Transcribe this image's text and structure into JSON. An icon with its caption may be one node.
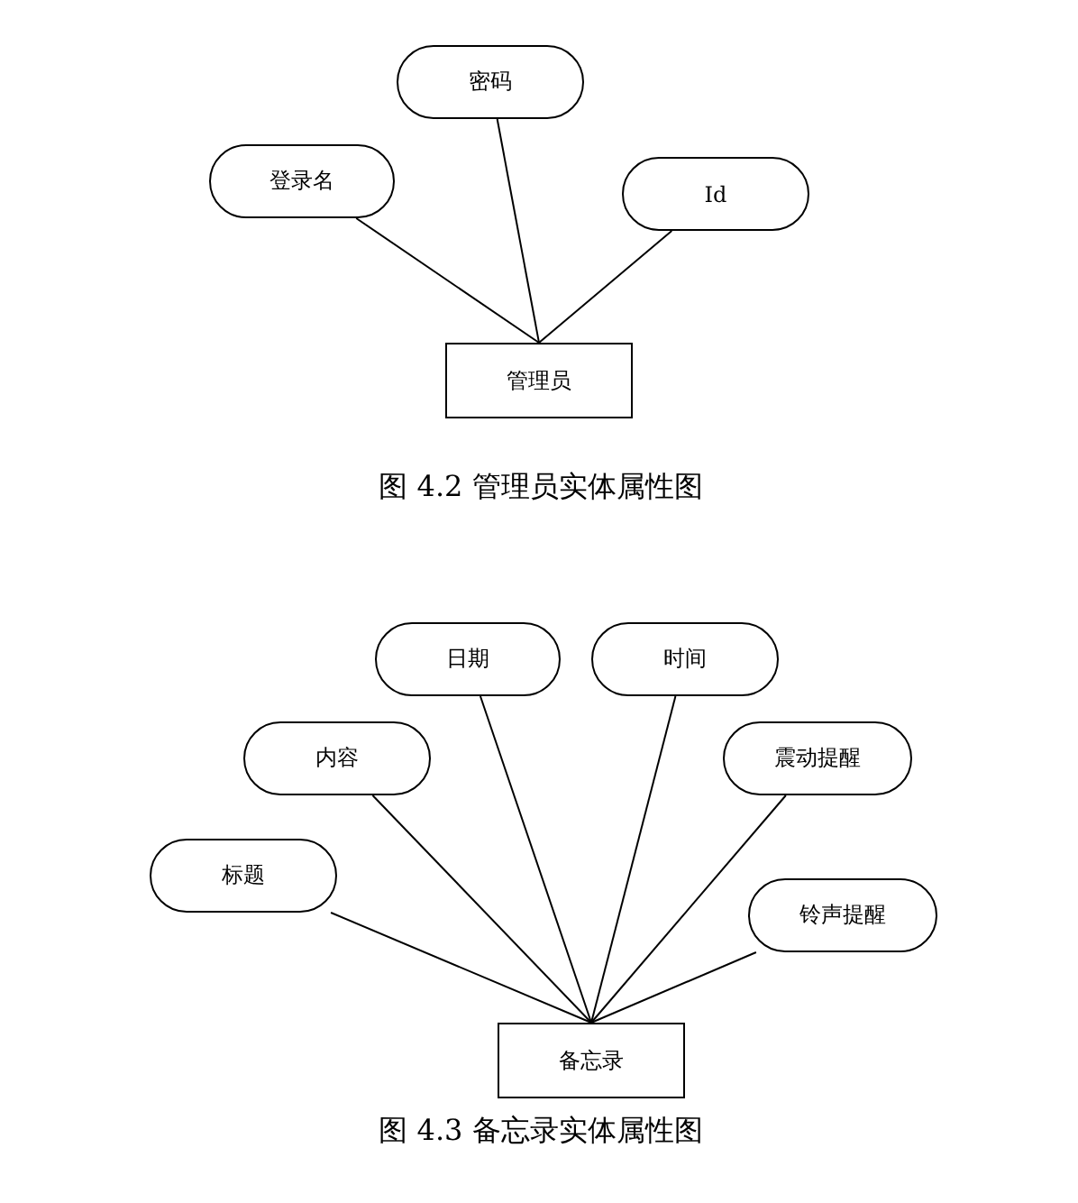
{
  "diagram": {
    "nodes": [
      {
        "text": [
          "密码"
        ]
      },
      {
        "text": [
          "登录名"
        ]
      },
      {
        "text": [
          "Id"
        ]
      },
      {
        "text": [
          "管理员"
        ]
      },
      {
        "text": [
          "日期"
        ]
      },
      {
        "text": [
          "时间"
        ]
      },
      {
        "text": [
          "内容"
        ]
      },
      {
        "text": [
          "震动提醒"
        ]
      },
      {
        "text": [
          "标题"
        ]
      },
      {
        "text": [
          "铃声提醒"
        ]
      },
      {
        "text": [
          "备忘录"
        ]
      }
    ],
    "edges": [
      {
        "from": 0,
        "to": 3,
        "arrow": "none"
      },
      {
        "from": 1,
        "to": 3,
        "arrow": "none"
      },
      {
        "from": 2,
        "to": 3,
        "arrow": "none"
      },
      {
        "from": 4,
        "to": 10,
        "arrow": "none"
      },
      {
        "from": 5,
        "to": 10,
        "arrow": "none"
      },
      {
        "from": 6,
        "to": 10,
        "arrow": "none"
      },
      {
        "from": 7,
        "to": 10,
        "arrow": "none"
      },
      {
        "from": 8,
        "to": 10,
        "arrow": "none"
      },
      {
        "from": 9,
        "to": 10,
        "arrow": "none"
      }
    ],
    "labels": [
      "图 4.2 管理员实体属性图",
      "图 4.3 备忘录实体属性图"
    ]
  }
}
